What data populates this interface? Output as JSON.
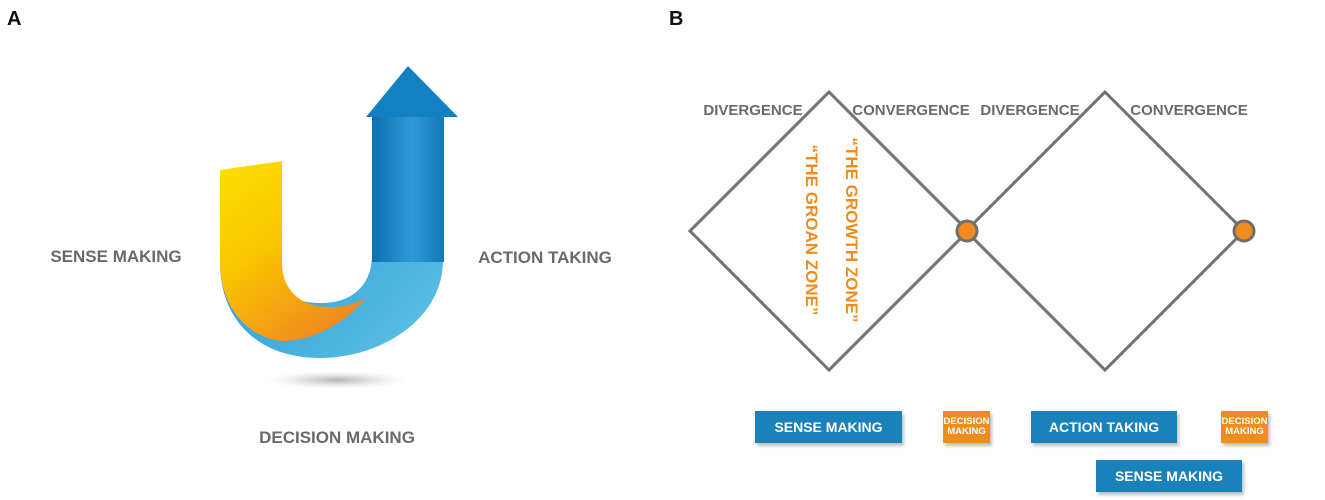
{
  "panel_a": {
    "letter": "A",
    "left_label": "SENSE MAKING",
    "right_label": "ACTION TAKING",
    "bottom_label": "DECISION MAKING"
  },
  "panel_b": {
    "letter": "B",
    "phases": [
      "DIVERGENCE",
      "CONVERGENCE",
      "DIVERGENCE",
      "CONVERGENCE"
    ],
    "zone_labels": [
      "“THE GROWTH ZONE”",
      "“THE GROAN ZONE”"
    ],
    "boxes": {
      "sense_making_1": "SENSE MAKING",
      "decision_making_1": "DECISION\nMAKING",
      "action_taking": "ACTION TAKING",
      "decision_making_2": "DECISION\nMAKING",
      "sense_making_2": "SENSE MAKING"
    }
  },
  "colors": {
    "blue": "#1a82bb",
    "orange": "#f08c1e",
    "yellow": "#f9d800",
    "gray_text": "#6a6a6a",
    "diamond_stroke": "#707070"
  },
  "icons": [
    "u-turn-arrow-icon",
    "decision-point-circle-icon"
  ]
}
